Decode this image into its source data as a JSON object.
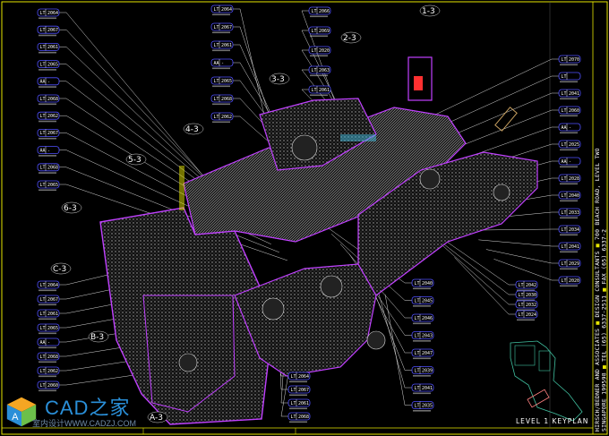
{
  "title_block": {
    "firm": "HIRSCH/BEDNER AND ASSOCIATES",
    "role": "DESIGN CONSULTANTS",
    "address": "700 BEACH ROAD, LEVEL TWO",
    "city": "SINGAPORE 199598",
    "tel": "TEL (65) 6337-2511",
    "fax": "FAX (65) 6337-2"
  },
  "keyplan": {
    "label": "LEVEL 1 KEYPLAN"
  },
  "sections": [
    "1-3",
    "2-3",
    "3-3",
    "4-3",
    "5-3",
    "6-3",
    "C-3",
    "B-3",
    "A-3"
  ],
  "tags": {
    "left_top": [
      {
        "t": "LT",
        "c": "2064"
      },
      {
        "t": "LT",
        "c": "2067"
      },
      {
        "t": "LT",
        "c": "2061"
      },
      {
        "t": "LT",
        "c": "2065"
      },
      {
        "t": "AA",
        "c": "-"
      },
      {
        "t": "LT",
        "c": "2068"
      },
      {
        "t": "LT",
        "c": "2062"
      },
      {
        "t": "LT",
        "c": "2067"
      },
      {
        "t": "AA",
        "c": "-"
      },
      {
        "t": "LT",
        "c": "2068"
      },
      {
        "t": "LT",
        "c": "2065"
      }
    ],
    "left_bottom": [
      {
        "t": "LT",
        "c": "2064"
      },
      {
        "t": "LT",
        "c": "2067"
      },
      {
        "t": "LT",
        "c": "2061"
      },
      {
        "t": "LT",
        "c": "2065"
      },
      {
        "t": "AA",
        "c": "-"
      },
      {
        "t": "LT",
        "c": "2068"
      },
      {
        "t": "LT",
        "c": "2062"
      },
      {
        "t": "LT",
        "c": "2060"
      }
    ],
    "top_mid": [
      {
        "t": "LT",
        "c": "2064"
      },
      {
        "t": "LT",
        "c": "2067"
      },
      {
        "t": "LT",
        "c": "2061"
      },
      {
        "t": "AA",
        "c": "-"
      },
      {
        "t": "LT",
        "c": "2065"
      },
      {
        "t": "LT",
        "c": "2068"
      },
      {
        "t": "LT",
        "c": "2062"
      }
    ],
    "top_mid2": [
      {
        "t": "LT",
        "c": "2066"
      },
      {
        "t": "LT",
        "c": "2069"
      },
      {
        "t": "LT",
        "c": "2020"
      },
      {
        "t": "LT",
        "c": "2063"
      },
      {
        "t": "LT",
        "c": "2061"
      }
    ],
    "right": [
      {
        "t": "LT",
        "c": "2070"
      },
      {
        "t": "LT",
        "c": ""
      },
      {
        "t": "LT",
        "c": "2041"
      },
      {
        "t": "LT",
        "c": "2060"
      },
      {
        "t": "AA",
        "c": "-"
      },
      {
        "t": "LT",
        "c": "2025"
      },
      {
        "t": "AA",
        "c": "-"
      },
      {
        "t": "LT",
        "c": "2028"
      },
      {
        "t": "LT",
        "c": "2040"
      },
      {
        "t": "LT",
        "c": "2033"
      },
      {
        "t": "LT",
        "c": "2034"
      },
      {
        "t": "LT",
        "c": "2041"
      },
      {
        "t": "LT",
        "c": "2029"
      },
      {
        "t": "LT",
        "c": "2020"
      }
    ],
    "mid_right": [
      {
        "t": "LT",
        "c": "2042"
      },
      {
        "t": "LT",
        "c": "2030"
      },
      {
        "t": "LT",
        "c": "2032"
      },
      {
        "t": "LT",
        "c": "2024"
      }
    ],
    "bottom_mid": [
      {
        "t": "LT",
        "c": "2040"
      },
      {
        "t": "LT",
        "c": "2045"
      },
      {
        "t": "LT",
        "c": "2046"
      },
      {
        "t": "LT",
        "c": "2043"
      },
      {
        "t": "LT",
        "c": "2047"
      },
      {
        "t": "LT",
        "c": "2039"
      },
      {
        "t": "LT",
        "c": "2041"
      },
      {
        "t": "LT",
        "c": "2035"
      }
    ],
    "bottom_center": [
      {
        "t": "LT",
        "c": "2064"
      },
      {
        "t": "LT",
        "c": "2067"
      },
      {
        "t": "LT",
        "c": "2061"
      },
      {
        "t": "LT",
        "c": "2068"
      }
    ]
  },
  "colors": {
    "border": "#e6e600",
    "outline": "#c040ff",
    "hatch": "#9a9a9a",
    "line": "#d8d8d8",
    "tag": "#5050ff",
    "accent": "#ff3030",
    "keyplan": "#40c0a0"
  },
  "logo": {
    "text": "CAD之家",
    "url": "室内设计WWW.CADZJ.COM"
  }
}
